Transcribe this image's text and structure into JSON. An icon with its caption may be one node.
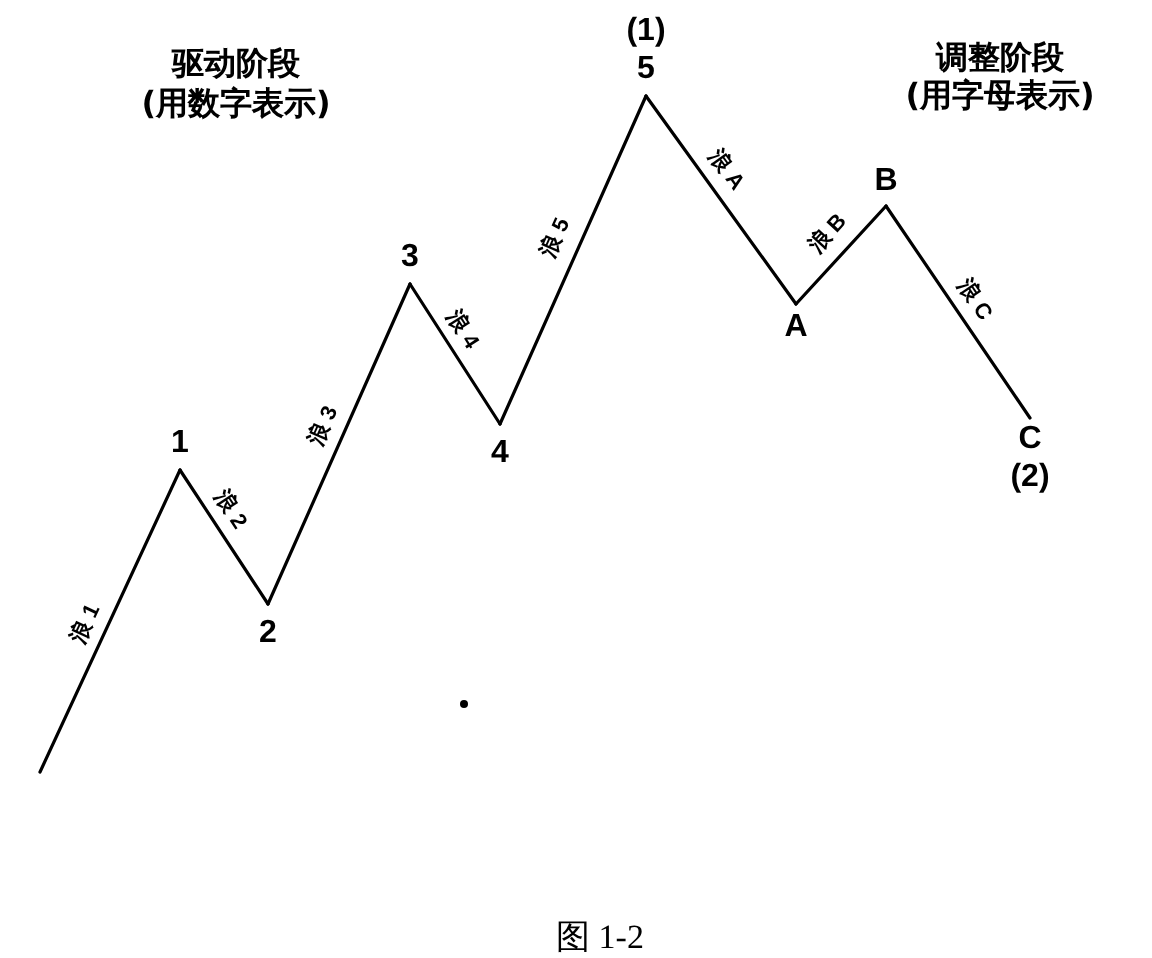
{
  "diagram": {
    "caption": "图 1-2",
    "nodes": [
      {
        "text": [
          "1"
        ]
      },
      {
        "text": [
          "2"
        ]
      },
      {
        "text": [
          "3"
        ]
      },
      {
        "text": [
          "4"
        ]
      },
      {
        "text": [
          "5"
        ],
        "beside": [
          "(1)"
        ]
      },
      {
        "text": [
          "A"
        ]
      },
      {
        "text": [
          "B"
        ]
      },
      {
        "text": [
          "C"
        ],
        "beside": [
          "(2)"
        ]
      }
    ],
    "edges": [
      {
        "from": null,
        "to": 0,
        "arrow": "none",
        "label": "浪 1"
      },
      {
        "from": 0,
        "to": 1,
        "arrow": "none",
        "label": "浪 2"
      },
      {
        "from": 1,
        "to": 2,
        "arrow": "none",
        "label": "浪 3"
      },
      {
        "from": 2,
        "to": 3,
        "arrow": "none",
        "label": "浪 4"
      },
      {
        "from": 3,
        "to": 4,
        "arrow": "none",
        "label": "浪 5"
      },
      {
        "from": 4,
        "to": 5,
        "arrow": "none",
        "label": "浪 A"
      },
      {
        "from": 5,
        "to": 6,
        "arrow": "none",
        "label": "浪 B"
      },
      {
        "from": 6,
        "to": 7,
        "arrow": "none",
        "label": "浪 C"
      }
    ],
    "labels": [
      "驱动阶段",
      "(用数字表示)",
      "调整阶段",
      "(用字母表示)"
    ]
  }
}
